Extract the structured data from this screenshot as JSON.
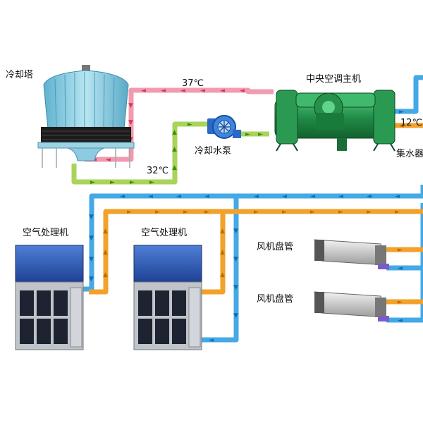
{
  "labels": {
    "cooling_tower": "冷却塔",
    "cooling_pump": "冷却水泵",
    "chiller": "中央空调主机",
    "water_collector": "集水器",
    "ahu_1": "空气处理机",
    "ahu_2": "空气处理机",
    "fcu_1": "风机盘管",
    "fcu_2": "风机盘管"
  },
  "temperatures": {
    "cooling_supply": "37℃",
    "cooling_return": "32℃",
    "chilled_return": "12℃"
  },
  "colors": {
    "hot_pipe": "#ee8fa0",
    "cool_pipe": "#a9d35a",
    "chilled_supply": "#3fa8e6",
    "chilled_return": "#f3a22a",
    "pipe_arrow_hot": "#d43a55",
    "pipe_arrow_cool": "#3e8d1c",
    "pipe_arrow_blue": "#1769b5",
    "pipe_arrow_orange": "#c56a00",
    "tower_body": "#8fd0e2",
    "chiller_body": "#2e9e55",
    "ahu_panel": "#2f5db8",
    "fcu_body": "#c8c8c8"
  },
  "icons": [
    "cooling-tower-icon",
    "pump-icon",
    "chiller-icon",
    "ahu-icon",
    "fcu-icon"
  ]
}
